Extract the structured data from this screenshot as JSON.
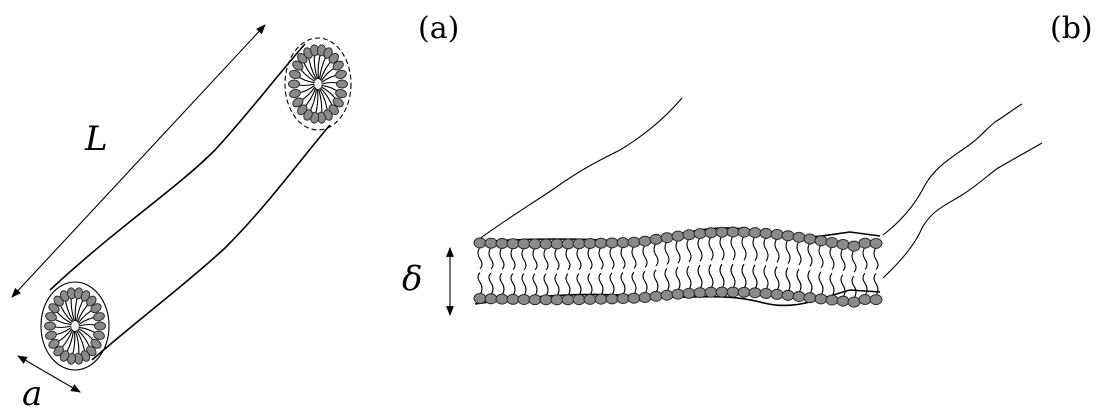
{
  "labels": {
    "panel_a": "(a)",
    "panel_b": "(b)",
    "length": "L",
    "radius": "a",
    "thickness": "δ"
  },
  "colors": {
    "stroke": "#000000",
    "lipid_head": "#8a8a8a",
    "background": "#ffffff"
  }
}
